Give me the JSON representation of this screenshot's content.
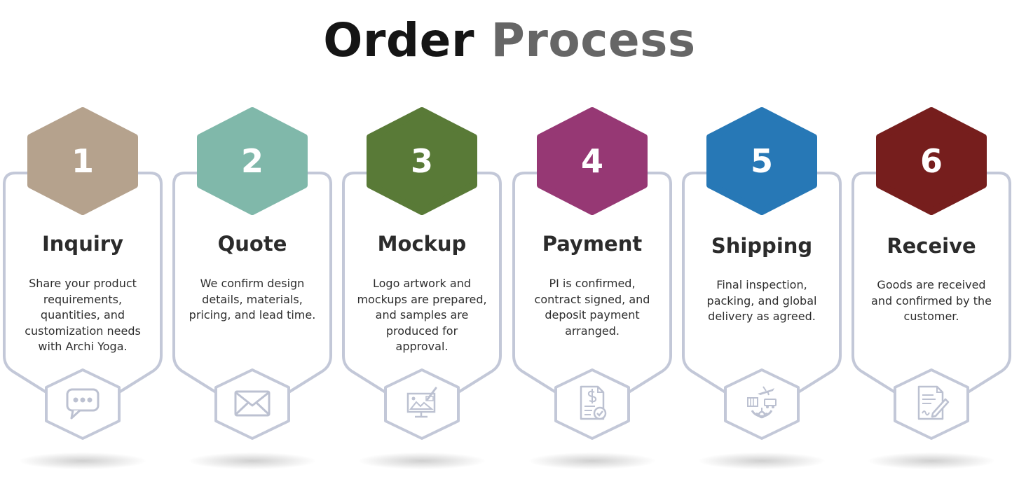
{
  "title": {
    "part1": "Order",
    "part2": "Process"
  },
  "steps": [
    {
      "number": "1",
      "title": "Inquiry",
      "color": "#b5a28d",
      "icon": "chat-bubble-icon",
      "lines": [
        "Share your product",
        "requirements,",
        "quantities, and",
        "customization needs",
        "with Archi Yoga."
      ]
    },
    {
      "number": "2",
      "title": "Quote",
      "color": "#80b8aa",
      "icon": "envelope-icon",
      "lines": [
        "We confirm design",
        "details, materials,",
        "pricing, and lead time."
      ]
    },
    {
      "number": "3",
      "title": "Mockup",
      "color": "#597a37",
      "icon": "design-monitor-icon",
      "lines": [
        "Logo artwork and",
        "mockups are prepared,",
        "and samples are",
        "produced for",
        "approval."
      ]
    },
    {
      "number": "4",
      "title": "Payment",
      "color": "#963874",
      "icon": "invoice-check-icon",
      "lines": [
        "PI is confirmed,",
        "contract signed, and",
        "deposit payment",
        "arranged."
      ]
    },
    {
      "number": "5",
      "title": "Shipping",
      "color": "#2778b6",
      "icon": "global-logistics-icon",
      "lines": [
        "Final inspection,",
        "packing, and global",
        "delivery as agreed."
      ]
    },
    {
      "number": "6",
      "title": "Receive",
      "color": "#761e1d",
      "icon": "signed-document-icon",
      "lines": [
        "Goods are received",
        "and confirmed by the",
        "customer."
      ]
    }
  ],
  "frame_color": "#c3c8d8",
  "icon_color": "#bcc1d1"
}
